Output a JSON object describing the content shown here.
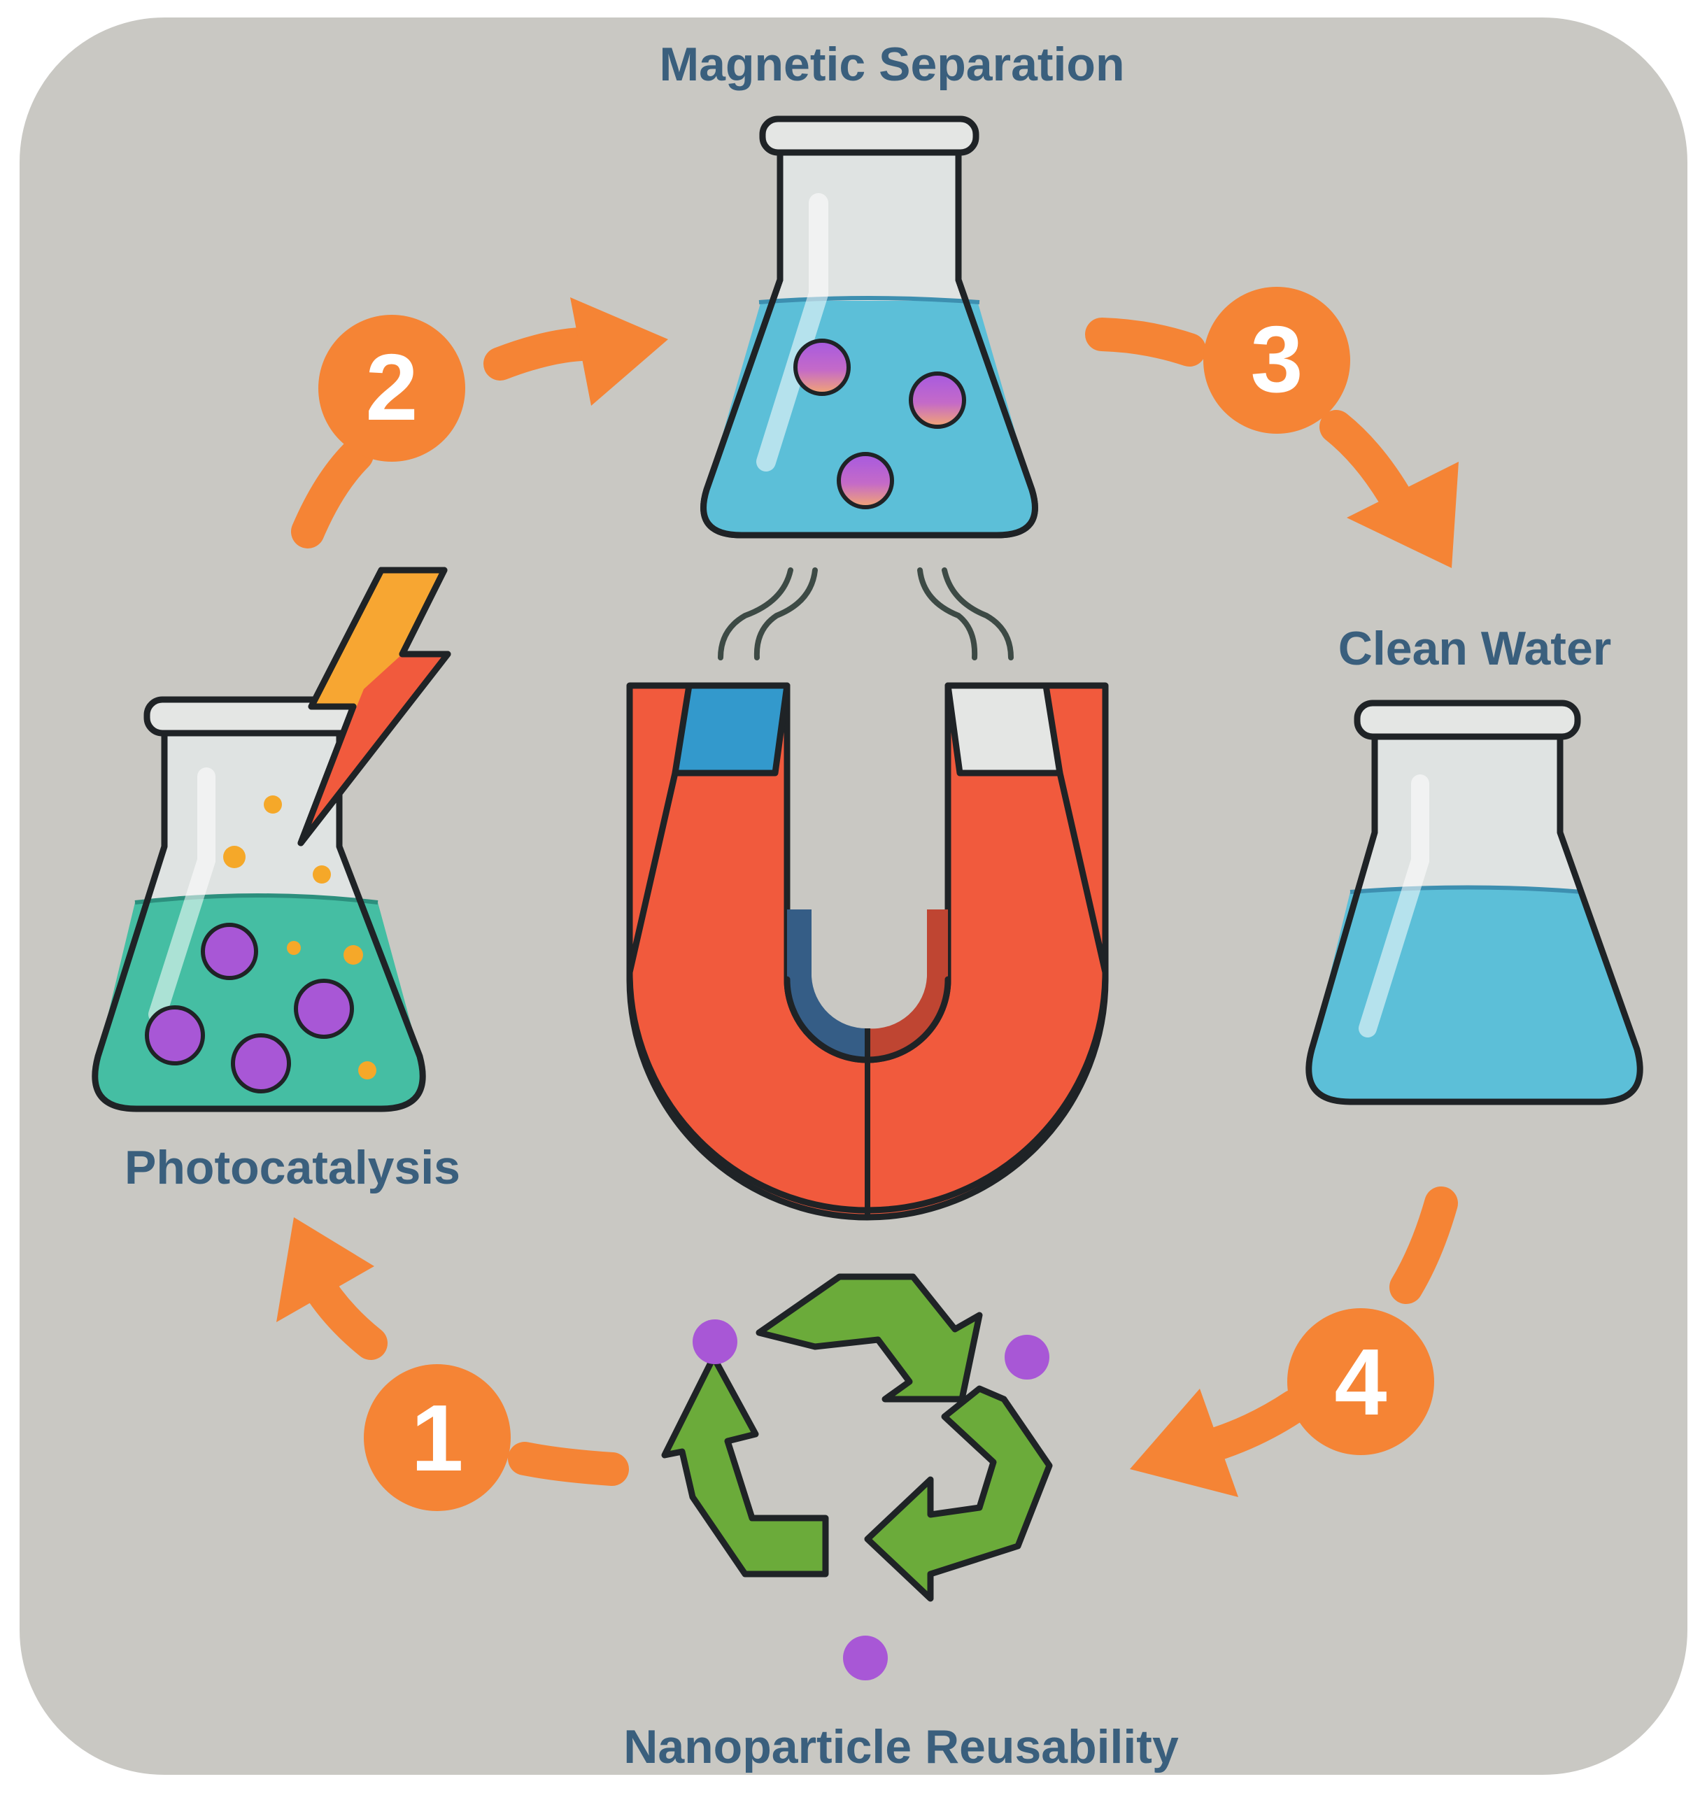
{
  "colors": {
    "background_panel": "#c9c8c3",
    "label_text": "#3a5f7d",
    "arrow": "#f58435",
    "flask_glass": "#dfe3e2",
    "dirty_water": "#45bea3",
    "clean_water": "#5cbfd8",
    "nanoparticle": "#a857d6",
    "magnet_body": "#f15a3d",
    "magnet_pole_north": "#3399cc",
    "magnet_pole_south": "#e4e6e4",
    "recycle_green": "#6bab3a",
    "lightning": "#f7a632"
  },
  "labels": {
    "magnetic_separation": "Magnetic Separation",
    "clean_water": "Clean Water",
    "photocatalysis": "Photocatalysis",
    "nanoparticle_reusability": "Nanoparticle Reusability"
  },
  "steps": [
    "1",
    "2",
    "3",
    "4"
  ],
  "icons": {
    "flask_photocatalysis": "flask-with-dye-and-nanoparticles-icon",
    "lightning": "lightning-bolt-icon",
    "flask_separation": "flask-with-nanoparticles-icon",
    "magnet": "horseshoe-magnet-icon",
    "flask_clean": "flask-with-clean-water-icon",
    "recycle": "recycle-icon"
  }
}
